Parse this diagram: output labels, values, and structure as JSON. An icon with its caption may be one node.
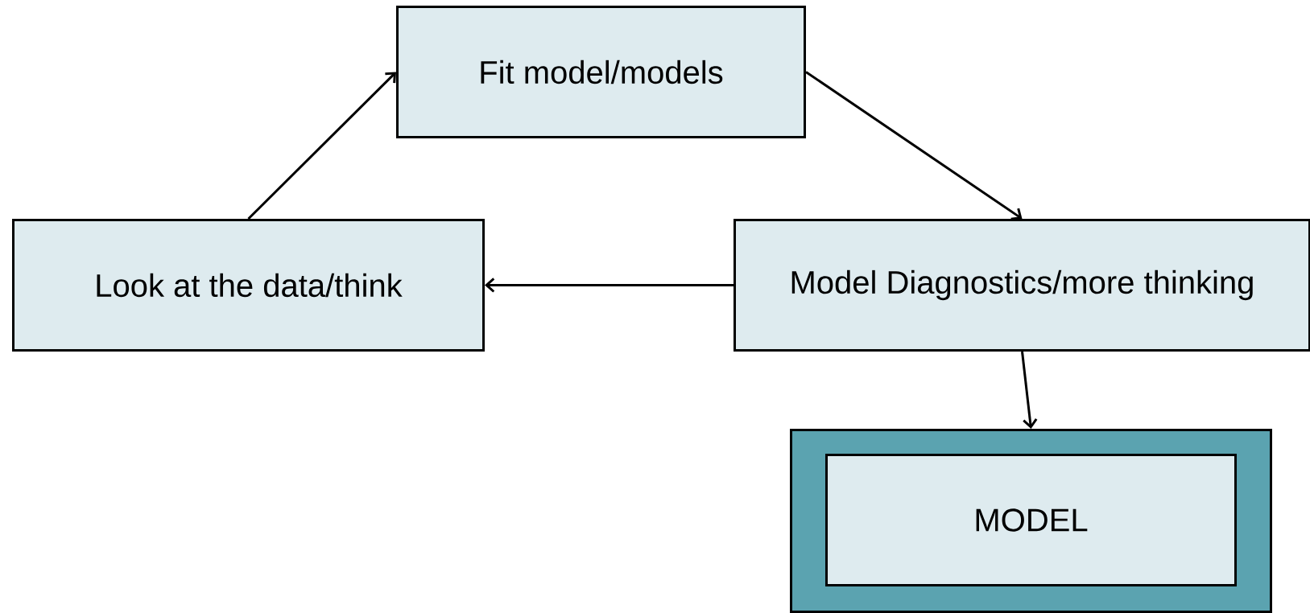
{
  "diagram": {
    "nodes": [
      {
        "text": [
          "Fit model/models"
        ]
      },
      {
        "text": [
          "Look at the data/think"
        ]
      },
      {
        "text": [
          "Model Diagnostics/more thinking"
        ]
      },
      {
        "text": [],
        "shape": "box"
      },
      {
        "text": [
          "MODEL"
        ],
        "in": 3
      }
    ],
    "edges": [
      {
        "from": 1,
        "to": 0,
        "arrow": "to"
      },
      {
        "from": 0,
        "to": 2,
        "arrow": "to"
      },
      {
        "from": 2,
        "to": 1,
        "arrow": "to"
      },
      {
        "from": 2,
        "to": 3,
        "arrow": "to"
      }
    ]
  }
}
